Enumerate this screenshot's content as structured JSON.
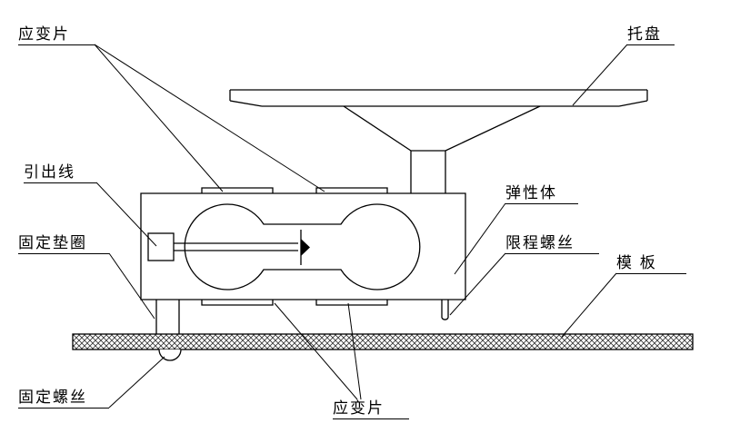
{
  "colors": {
    "line": "#000000",
    "background": "#ffffff",
    "hatch": "#333333"
  },
  "labels": {
    "strain_gauge_top": "应变片",
    "tray": "托盘",
    "lead_wire": "引出线",
    "fixing_washer": "固定垫圈",
    "elastic_body": "弹性体",
    "limit_screw": "限程螺丝",
    "base_plate": "模 板",
    "fixing_screw": "固定螺丝",
    "strain_gauge_bottom": "应变片"
  }
}
